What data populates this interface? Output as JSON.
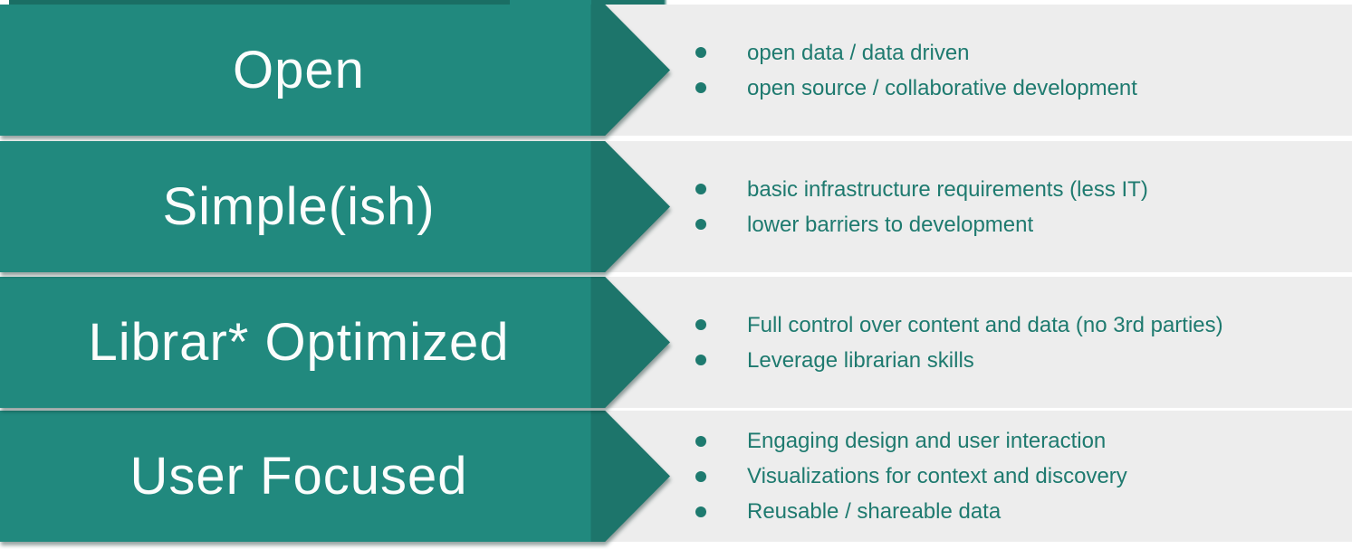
{
  "colors": {
    "arrow_body": "#21897E",
    "arrow_head": "#1D756B",
    "panel_bg": "#EDEDED",
    "bullet_color": "#1E7A6F",
    "label_color": "#FBFDFC",
    "top_strip": "#1A6E64",
    "page_bg": "#FFFFFF"
  },
  "rows": [
    {
      "label": "Open",
      "bullets": [
        "open data / data driven",
        "open source / collaborative development"
      ]
    },
    {
      "label": "Simple(ish)",
      "bullets": [
        "basic infrastructure requirements (less IT)",
        "lower barriers to development"
      ]
    },
    {
      "label": "Librar* Optimized",
      "bullets": [
        "Full control over content and data (no 3rd parties)",
        "Leverage librarian skills"
      ]
    },
    {
      "label": "User Focused",
      "bullets": [
        "Engaging design and user interaction",
        "Visualizations for context and discovery",
        "Reusable / shareable data"
      ]
    }
  ]
}
